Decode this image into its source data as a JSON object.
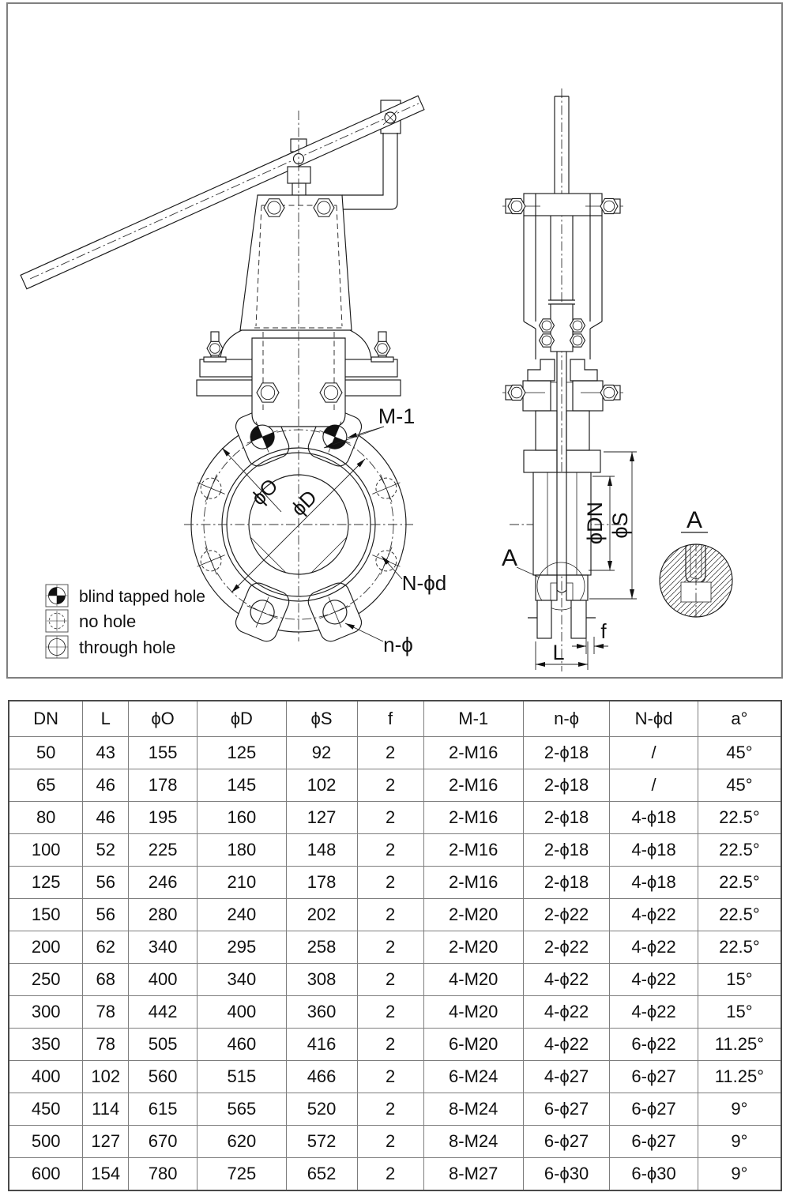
{
  "drawing": {
    "front": {
      "m1": "M-1",
      "phi_o": "ϕO",
      "phi_d": "ϕD",
      "n_phi_d": "N-ϕd",
      "n_phi": "n-ϕ"
    },
    "side": {
      "phi_dn": "ϕDN",
      "phi_s": "ϕS",
      "a_ref": "A",
      "f": "f",
      "l": "L"
    },
    "detail": {
      "title": "A"
    },
    "legend": [
      {
        "icon": "blind-tapped-hole-symbol",
        "label": "blind tapped hole"
      },
      {
        "icon": "no-hole-symbol",
        "label": "no hole"
      },
      {
        "icon": "through-hole-symbol",
        "label": "through hole"
      }
    ]
  },
  "table": {
    "headers": [
      "DN",
      "L",
      "ϕO",
      "ϕD",
      "ϕS",
      "f",
      "M-1",
      "n-ϕ",
      "N-ϕd",
      "a°"
    ],
    "rows": [
      [
        "50",
        "43",
        "155",
        "125",
        "92",
        "2",
        "2-M16",
        "2-ϕ18",
        "/",
        "45°"
      ],
      [
        "65",
        "46",
        "178",
        "145",
        "102",
        "2",
        "2-M16",
        "2-ϕ18",
        "/",
        "45°"
      ],
      [
        "80",
        "46",
        "195",
        "160",
        "127",
        "2",
        "2-M16",
        "2-ϕ18",
        "4-ϕ18",
        "22.5°"
      ],
      [
        "100",
        "52",
        "225",
        "180",
        "148",
        "2",
        "2-M16",
        "2-ϕ18",
        "4-ϕ18",
        "22.5°"
      ],
      [
        "125",
        "56",
        "246",
        "210",
        "178",
        "2",
        "2-M16",
        "2-ϕ18",
        "4-ϕ18",
        "22.5°"
      ],
      [
        "150",
        "56",
        "280",
        "240",
        "202",
        "2",
        "2-M20",
        "2-ϕ22",
        "4-ϕ22",
        "22.5°"
      ],
      [
        "200",
        "62",
        "340",
        "295",
        "258",
        "2",
        "2-M20",
        "2-ϕ22",
        "4-ϕ22",
        "22.5°"
      ],
      [
        "250",
        "68",
        "400",
        "340",
        "308",
        "2",
        "4-M20",
        "4-ϕ22",
        "4-ϕ22",
        "15°"
      ],
      [
        "300",
        "78",
        "442",
        "400",
        "360",
        "2",
        "4-M20",
        "4-ϕ22",
        "4-ϕ22",
        "15°"
      ],
      [
        "350",
        "78",
        "505",
        "460",
        "416",
        "2",
        "6-M20",
        "4-ϕ22",
        "6-ϕ22",
        "11.25°"
      ],
      [
        "400",
        "102",
        "560",
        "515",
        "466",
        "2",
        "6-M24",
        "4-ϕ27",
        "6-ϕ27",
        "11.25°"
      ],
      [
        "450",
        "114",
        "615",
        "565",
        "520",
        "2",
        "8-M24",
        "6-ϕ27",
        "6-ϕ27",
        "9°"
      ],
      [
        "500",
        "127",
        "670",
        "620",
        "572",
        "2",
        "8-M24",
        "6-ϕ27",
        "6-ϕ27",
        "9°"
      ],
      [
        "600",
        "154",
        "780",
        "725",
        "652",
        "2",
        "8-M27",
        "6-ϕ30",
        "6-ϕ30",
        "9°"
      ]
    ]
  },
  "colors": {
    "line": "#1a1a1a",
    "frame": "#808080",
    "table_border": "#7d7d7d",
    "background": "#ffffff"
  }
}
